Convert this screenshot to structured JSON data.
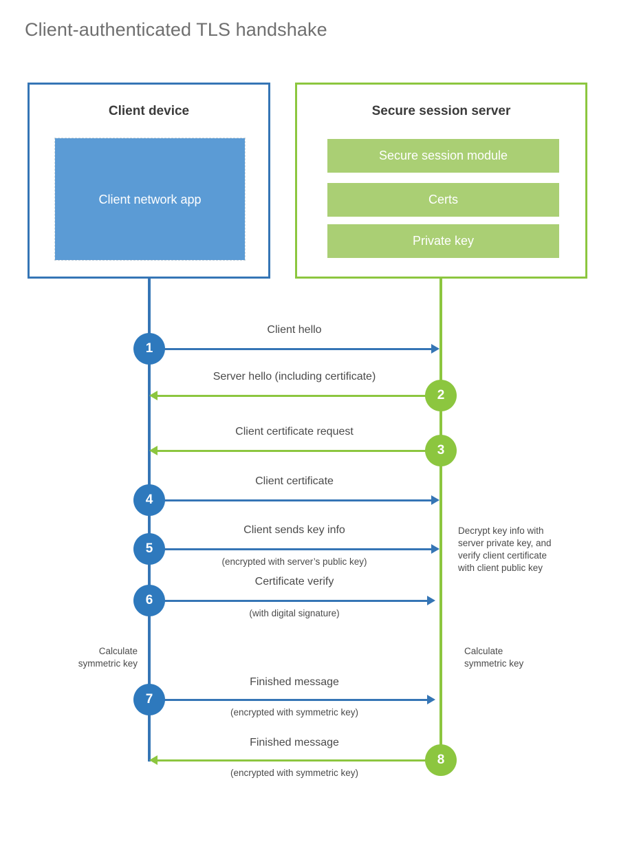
{
  "title": "Client-authenticated TLS handshake",
  "colors": {
    "client_blue": "#3575B5",
    "client_app_fill": "#5B9BD5",
    "server_green": "#8CC63F",
    "server_block_fill": "#AACF74",
    "step_blue": "#2E79BD",
    "step_green": "#8CC63F",
    "title_gray": "#6f6f6f",
    "text_gray": "#4a4a4a",
    "heading_dark": "#3b3b3b",
    "background": "#ffffff"
  },
  "client": {
    "title": "Client device",
    "app_label": "Client network app"
  },
  "server": {
    "title": "Secure session server",
    "blocks": [
      {
        "label": "Secure session module"
      },
      {
        "label": "Certs"
      },
      {
        "label": "Private key"
      }
    ]
  },
  "notes": {
    "client_calculate": "Calculate\nsymmetric key",
    "client_calculate_line1": "Calculate",
    "client_calculate_line2": "symmetric key",
    "server_calculate_line1": "Calculate",
    "server_calculate_line2": "symmetric key",
    "server_decrypt_line1": "Decrypt key info with",
    "server_decrypt_line2": "server private key, and",
    "server_decrypt_line3": "verify client certificate",
    "server_decrypt_line4": "with client public key"
  },
  "chart_data": {
    "type": "sequence-diagram",
    "participants": [
      "Client device",
      "Secure session server"
    ],
    "steps": [
      {
        "number": "1",
        "label": "Client hello",
        "sublabel": "",
        "direction": "client-to-server",
        "color": "blue"
      },
      {
        "number": "2",
        "label": "Server hello (including certificate)",
        "sublabel": "",
        "direction": "server-to-client",
        "color": "green"
      },
      {
        "number": "3",
        "label": "Client certificate request",
        "sublabel": "",
        "direction": "server-to-client",
        "color": "green"
      },
      {
        "number": "4",
        "label": "Client certificate",
        "sublabel": "",
        "direction": "client-to-server",
        "color": "blue"
      },
      {
        "number": "5",
        "label": "Client sends key info",
        "sublabel": "(encrypted with server’s public key)",
        "direction": "client-to-server",
        "color": "blue"
      },
      {
        "number": "6",
        "label": "Certificate verify",
        "sublabel": "(with digital signature)",
        "direction": "client-to-server",
        "color": "blue"
      },
      {
        "number": "7",
        "label": "Finished message",
        "sublabel": "(encrypted with symmetric key)",
        "direction": "client-to-server",
        "color": "blue"
      },
      {
        "number": "8",
        "label": "Finished message",
        "sublabel": "(encrypted with symmetric key)",
        "direction": "server-to-client",
        "color": "green"
      }
    ]
  },
  "steps": {
    "s1": {
      "number": "1",
      "label": "Client hello",
      "sublabel": ""
    },
    "s2": {
      "number": "2",
      "label": "Server hello (including certificate)",
      "sublabel": ""
    },
    "s3": {
      "number": "3",
      "label": "Client certificate request",
      "sublabel": ""
    },
    "s4": {
      "number": "4",
      "label": "Client certificate",
      "sublabel": ""
    },
    "s5": {
      "number": "5",
      "label": "Client sends key info",
      "sublabel": "(encrypted with server’s public key)"
    },
    "s6": {
      "number": "6",
      "label": "Certificate verify",
      "sublabel": "(with digital signature)"
    },
    "s7": {
      "number": "7",
      "label": "Finished message",
      "sublabel": "(encrypted with symmetric key)"
    },
    "s8": {
      "number": "8",
      "label": "Finished message",
      "sublabel": "(encrypted with symmetric key)"
    }
  }
}
